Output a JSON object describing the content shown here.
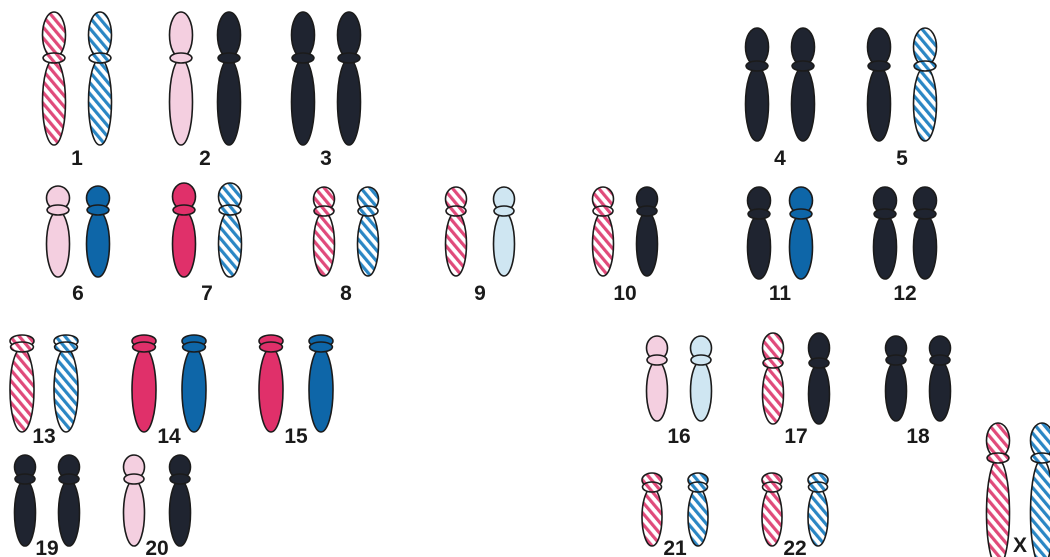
{
  "colors": {
    "outline": "#1b1b1b",
    "maternal_light": "#f4cfe0",
    "maternal_dark": "#e0306a",
    "paternal_light": "#cfe6f2",
    "paternal_dark": "#0e66a8",
    "black": "#1f2430",
    "hatch_pink": "#e04a7a",
    "hatch_blue": "#2a86c4"
  },
  "legend_patterns": [
    "light-pink",
    "dark-pink",
    "hatched-pink",
    "light-blue",
    "dark-blue",
    "hatched-blue",
    "black"
  ],
  "pairs": [
    {
      "label": "1",
      "left": "hatched-pink",
      "right": "hatched-blue"
    },
    {
      "label": "2",
      "left": "light-pink",
      "right": "black"
    },
    {
      "label": "3",
      "left": "black",
      "right": "black"
    },
    {
      "label": "4",
      "left": "black",
      "right": "black"
    },
    {
      "label": "5",
      "left": "black",
      "right": "hatched-blue"
    },
    {
      "label": "6",
      "left": "light-pink",
      "right": "dark-blue"
    },
    {
      "label": "7",
      "left": "dark-pink",
      "right": "hatched-blue"
    },
    {
      "label": "8",
      "left": "hatched-pink",
      "right": "hatched-blue"
    },
    {
      "label": "9",
      "left": "hatched-pink",
      "right": "light-blue"
    },
    {
      "label": "10",
      "left": "hatched-pink",
      "right": "black"
    },
    {
      "label": "11",
      "left": "black",
      "right": "dark-blue"
    },
    {
      "label": "12",
      "left": "black",
      "right": "black"
    },
    {
      "label": "13",
      "left": "hatched-pink",
      "right": "hatched-blue"
    },
    {
      "label": "14",
      "left": "dark-pink",
      "right": "dark-blue"
    },
    {
      "label": "15",
      "left": "dark-pink",
      "right": "dark-blue"
    },
    {
      "label": "16",
      "left": "light-pink",
      "right": "light-blue"
    },
    {
      "label": "17",
      "left": "hatched-pink",
      "right": "black"
    },
    {
      "label": "18",
      "left": "black",
      "right": "black"
    },
    {
      "label": "19",
      "left": "black",
      "right": "black"
    },
    {
      "label": "20",
      "left": "light-pink",
      "right": "black"
    },
    {
      "label": "21",
      "left": "hatched-pink",
      "right": "hatched-blue"
    },
    {
      "label": "22",
      "left": "hatched-pink",
      "right": "hatched-blue"
    },
    {
      "label": "X",
      "left": "hatched-pink",
      "right": "hatched-blue"
    }
  ]
}
